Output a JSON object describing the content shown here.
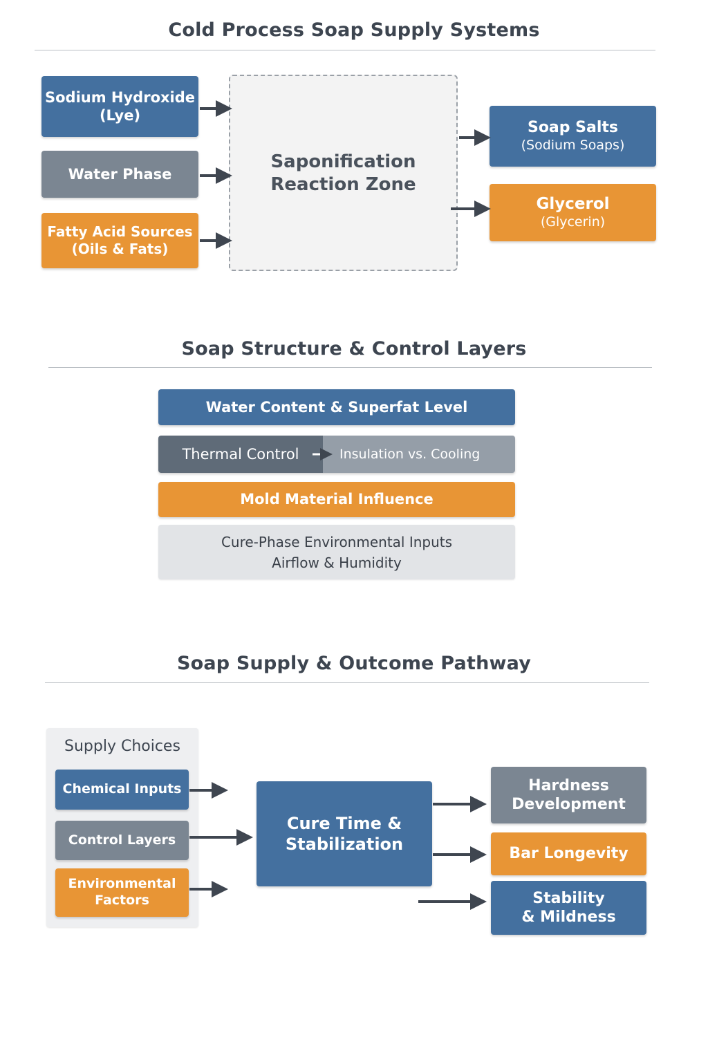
{
  "section1": {
    "title": "Cold Process Soap Supply Systems",
    "inputs": [
      {
        "line1": "Sodium Hydroxide",
        "line2": "(Lye)"
      },
      {
        "line1": "Water Phase"
      },
      {
        "line1": "Fatty Acid Sources",
        "line2": "(Oils & Fats)"
      }
    ],
    "reaction_zone": {
      "line1": "Saponification",
      "line2": "Reaction Zone"
    },
    "outputs": [
      {
        "line1": "Soap Salts",
        "line2": "(Sodium Soaps)"
      },
      {
        "line1": "Glycerol",
        "line2": "(Glycerin)"
      }
    ]
  },
  "section2": {
    "title": "Soap Structure & Control Layers",
    "layers": {
      "water": "Water Content & Superfat Level",
      "thermal_left": "Thermal Control",
      "thermal_right": "Insulation vs. Cooling",
      "mold": "Mold Material Influence",
      "cure_line1": "Cure-Phase Environmental Inputs",
      "cure_line2": "Airflow & Humidity"
    }
  },
  "section3": {
    "title": "Soap Supply & Outcome Pathway",
    "supply_heading": "Supply Choices",
    "supply_items": [
      {
        "line1": "Chemical Inputs"
      },
      {
        "line1": "Control Layers"
      },
      {
        "line1": "Environmental",
        "line2": "Factors"
      }
    ],
    "center": {
      "line1": "Cure Time &",
      "line2": "Stabilization"
    },
    "outcomes": [
      {
        "line1": "Hardness",
        "line2": "Development"
      },
      {
        "line1": "Bar Longevity"
      },
      {
        "line1": "Stability",
        "line2": "& Mildness"
      }
    ]
  },
  "colors": {
    "blue": "#44709f",
    "gray": "#7b8692",
    "orange": "#e89535",
    "light": "#e2e4e7",
    "arrow": "#3f4650"
  }
}
